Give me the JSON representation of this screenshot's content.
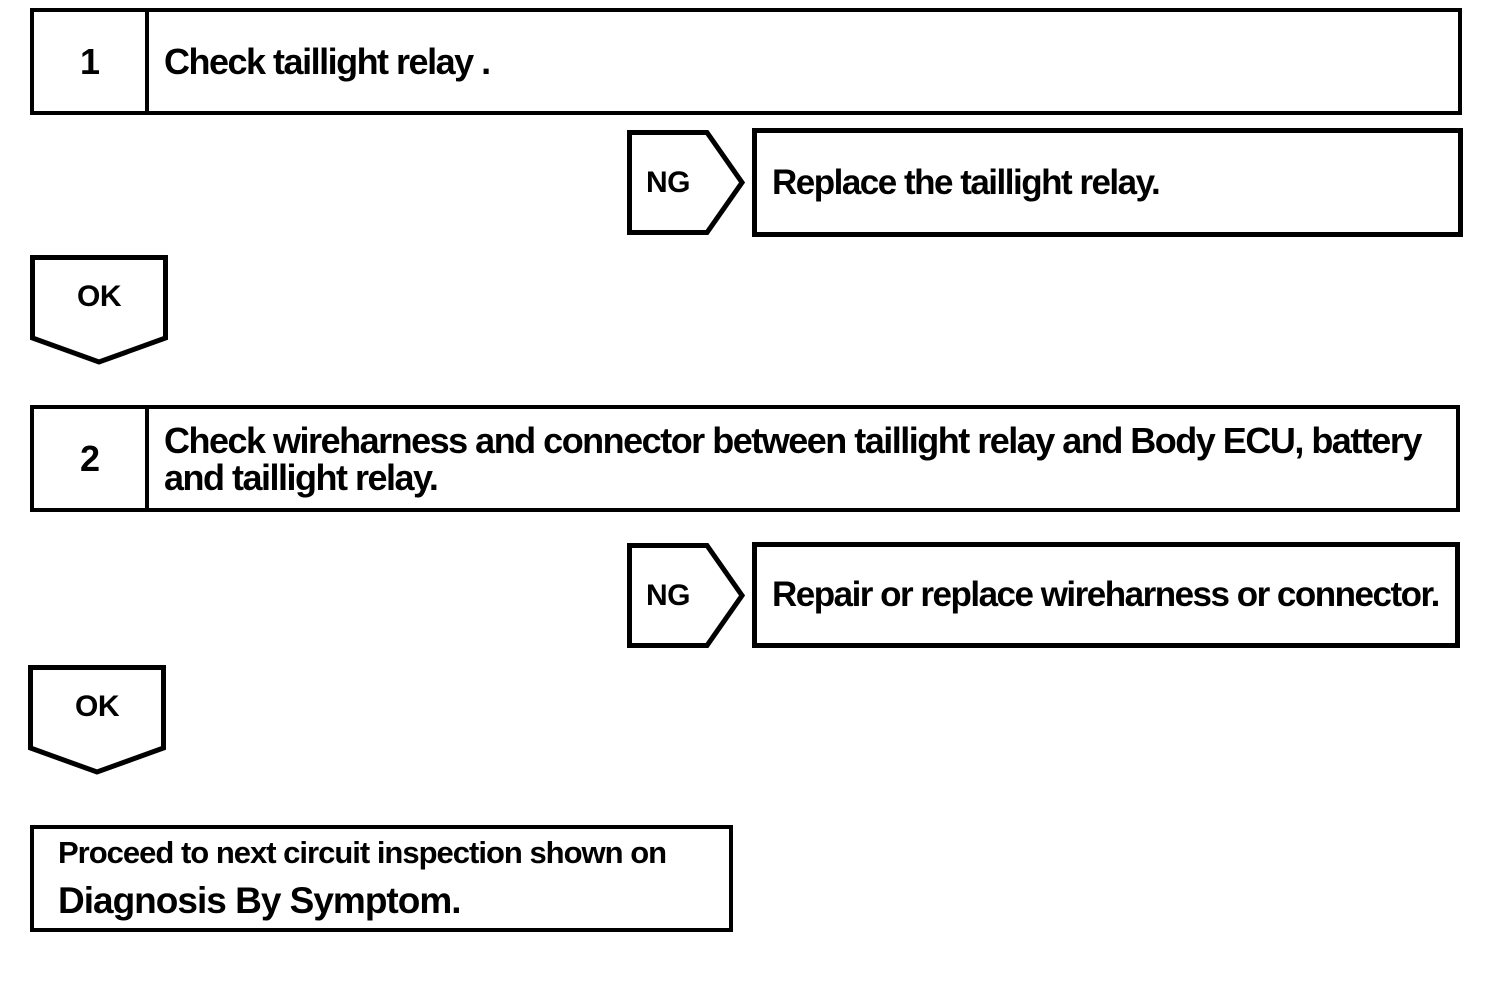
{
  "flow": {
    "step1": {
      "number": "1",
      "instruction": "Check taillight relay ."
    },
    "ng1": {
      "label": "NG",
      "result": "Replace the taillight relay."
    },
    "ok1": {
      "label": "OK"
    },
    "step2": {
      "number": "2",
      "instruction": "Check wireharness and connector between taillight relay and Body ECU, battery and taillight relay."
    },
    "ng2": {
      "label": "NG",
      "result": "Repair or replace wireharness or connector."
    },
    "ok2": {
      "label": "OK"
    },
    "final": {
      "line1": "Proceed to next circuit inspection shown on",
      "line2": "Diagnosis By Symptom."
    },
    "colors": {
      "ink": "#000000",
      "paper": "#ffffff"
    }
  }
}
